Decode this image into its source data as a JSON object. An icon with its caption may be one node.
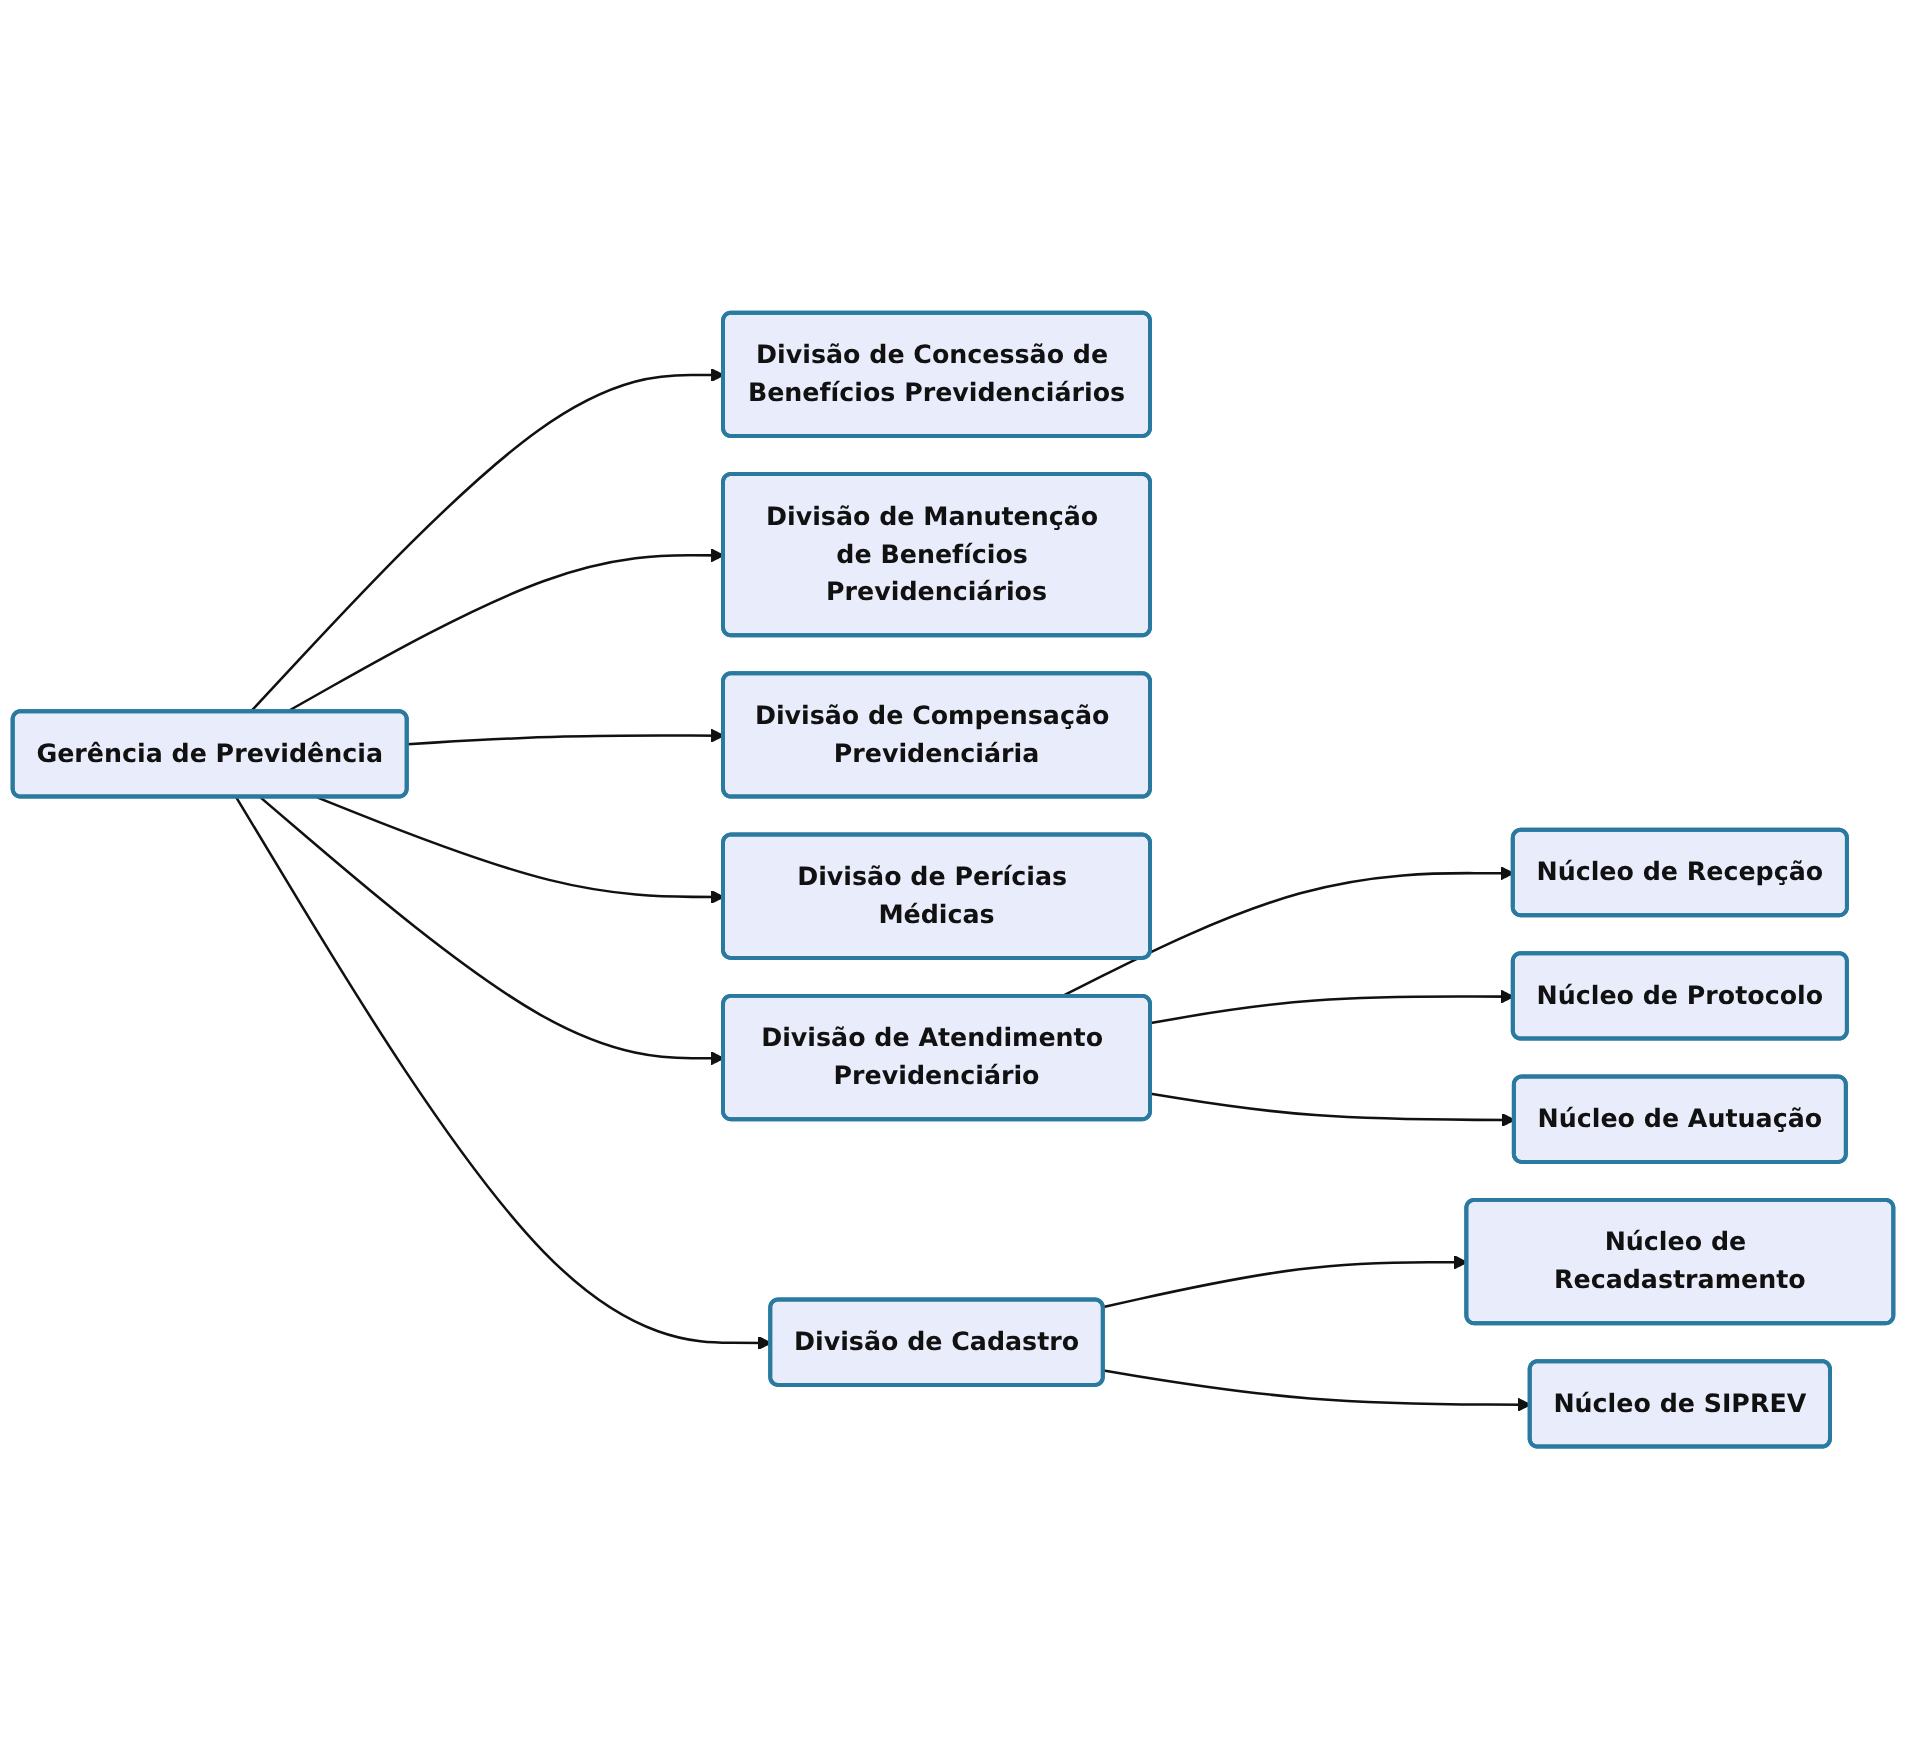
{
  "diagram": {
    "nodes": [
      {
        "text": [
          "Gerência de Previdência"
        ]
      },
      {
        "text": [
          "Divisão de Concessão de Benefícios Previdenciários"
        ]
      },
      {
        "text": [
          "Divisão de Manutenção de Benefícios Previdenciários"
        ]
      },
      {
        "text": [
          "Divisão de Compensação Previdenciária"
        ]
      },
      {
        "text": [
          "Divisão de Perícias Médicas"
        ]
      },
      {
        "text": [
          "Divisão de Atendimento Previdenciário"
        ]
      },
      {
        "text": [
          "Divisão de Cadastro"
        ]
      },
      {
        "text": [
          "Núcleo de Recepção"
        ]
      },
      {
        "text": [
          "Núcleo de Recadastramento"
        ]
      },
      {
        "text": [
          "Núcleo de Protocolo"
        ]
      },
      {
        "text": [
          "Núcleo de SIPREV"
        ]
      },
      {
        "text": [
          "Núcleo de Autuação"
        ]
      }
    ],
    "edges": [
      {
        "from": 0,
        "to": 1,
        "arrow": "to"
      },
      {
        "from": 0,
        "to": 2,
        "arrow": "to"
      },
      {
        "from": 0,
        "to": 3,
        "arrow": "to"
      },
      {
        "from": 0,
        "to": 4,
        "arrow": "to"
      },
      {
        "from": 0,
        "to": 5,
        "arrow": "to"
      },
      {
        "from": 0,
        "to": 6,
        "arrow": "to"
      },
      {
        "from": 5,
        "to": 7,
        "arrow": "to"
      },
      {
        "from": 5,
        "to": 9,
        "arrow": "to"
      },
      {
        "from": 5,
        "to": 11,
        "arrow": "to"
      },
      {
        "from": 6,
        "to": 8,
        "arrow": "to"
      },
      {
        "from": 6,
        "to": 10,
        "arrow": "to"
      }
    ]
  }
}
